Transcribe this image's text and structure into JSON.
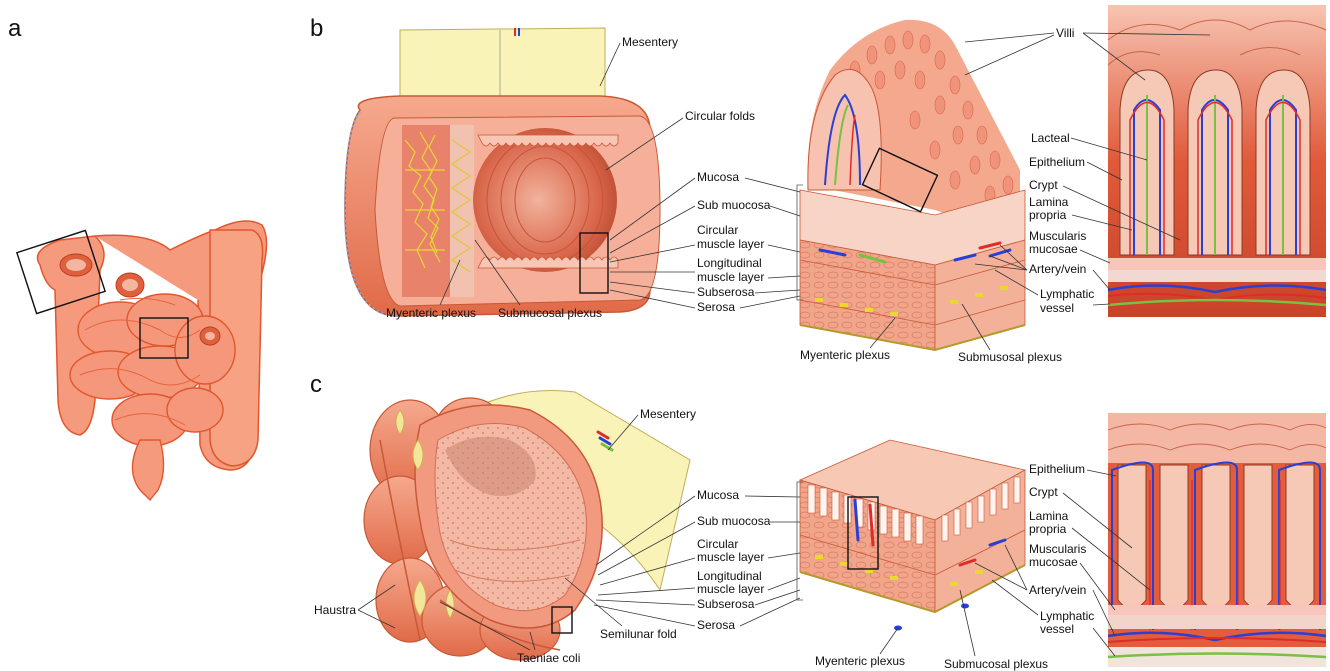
{
  "panels": {
    "a": "a",
    "b": "b",
    "c": "c"
  },
  "small_intestine": {
    "mesentery": "Mesentery",
    "circular_folds": "Circular folds",
    "myenteric_plexus_left": "Myenteric plexus",
    "submucosal_plexus_left": "Submucosal plexus",
    "mucosa": "Mucosa",
    "sub_mucosa": "Sub muocosa",
    "circular_muscle_1": "Circular",
    "circular_muscle_2": "muscle layer",
    "longitudinal_muscle_1": "Longitudinal",
    "longitudinal_muscle_2": "muscle layer",
    "subserosa": "Subserosa",
    "serosa": "Serosa",
    "villi": "Villi",
    "myenteric_plexus_block": "Myenteric plexus",
    "submucosal_plexus_block": "Submusosal plexus",
    "lacteal": "Lacteal",
    "epithelium": "Epithelium",
    "crypt": "Crypt",
    "lamina_propria_1": "Lamina",
    "lamina_propria_2": "propria",
    "muscularis_1": "Muscularis",
    "muscularis_2": "mucosae",
    "artery_vein": "Artery/vein",
    "lymphatic_1": "Lymphatic",
    "lymphatic_2": "vessel"
  },
  "large_intestine": {
    "mesentery": "Mesentery",
    "haustra": "Haustra",
    "taeniae_coli": "Taeniae coli",
    "semilunar_fold": "Semilunar fold",
    "mucosa": "Mucosa",
    "sub_mucosa": "Sub muocosa",
    "circular_muscle_1": "Circular",
    "circular_muscle_2": "muscle layer",
    "longitudinal_muscle_1": "Longitudinal",
    "longitudinal_muscle_2": "muscle layer",
    "subserosa": "Subserosa",
    "serosa": "Serosa",
    "myenteric_plexus_block": "Myenteric plexus",
    "submucosal_plexus_block": "Submucosal plexus",
    "epithelium": "Epithelium",
    "crypt": "Crypt",
    "lamina_propria_1": "Lamina",
    "lamina_propria_2": "propria",
    "muscularis_1": "Muscularis",
    "muscularis_2": "mucosae",
    "artery_vein": "Artery/vein",
    "lymphatic_1": "Lymphatic",
    "lymphatic_2": "vessel"
  },
  "colors": {
    "tissue": "#f08a6a",
    "tissue_dark": "#d4563a",
    "tissue_light": "#f8c2ad",
    "mesentery": "#faf3b8",
    "artery": "#e02b2b",
    "vein": "#2a3fd4",
    "lymph": "#79c043",
    "plexus": "#e8d830"
  }
}
